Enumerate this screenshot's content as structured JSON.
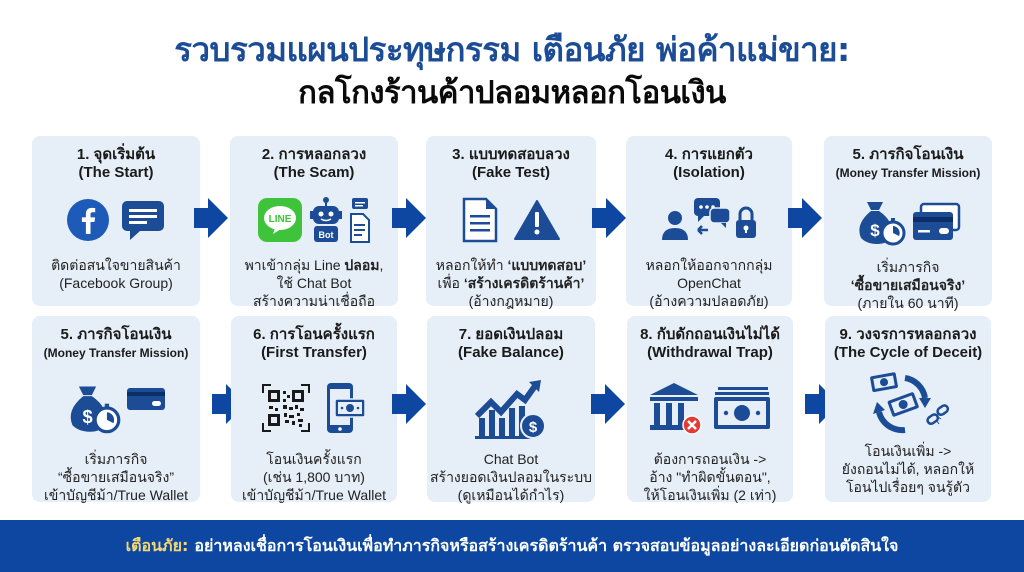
{
  "header": {
    "title_line1": "รวบรวมแผนประทุษกรรม เตือนภัย พ่อค้าแม่ขาย:",
    "title_line2": "กลโกงร้านค้าปลอมหลอกโอนเงิน"
  },
  "colors": {
    "title_blue": "#1c4c96",
    "card_bg": "#e6eef7",
    "arrow_blue": "#0d47a1",
    "footer_bg": "#0d47a1",
    "footer_warn": "#f5d76e",
    "line_green": "#3ec33b",
    "error_red": "#e53935"
  },
  "row1": [
    {
      "step": "1. จุดเริ่มต้น",
      "subtitle": "(The Start)",
      "icons": [
        "facebook-icon",
        "chat-bubble-icon"
      ],
      "desc": [
        "ติดต่อสนใจขายสินค้า",
        "(Facebook Group)"
      ]
    },
    {
      "step": "2. การหลอกลวง",
      "subtitle": "(The Scam)",
      "icons": [
        "line-app-icon",
        "robot-bot-icon",
        "document-icon"
      ],
      "desc_pre": "พาเข้ากลุ่ม Line ",
      "desc_bold": "ปลอม",
      "desc_post": ",",
      "desc": [
        "ใช้ Chat Bot",
        "สร้างความน่าเชื่อถือ"
      ],
      "icon_label": "LINE",
      "bot_label": "Bot"
    },
    {
      "step": "3. แบบทดสอบลวง",
      "subtitle": "(Fake Test)",
      "icons": [
        "document-icon",
        "warning-icon"
      ],
      "desc_pre": "หลอกให้ทำ ",
      "desc_bold": "‘แบบทดสอบ’",
      "desc2_pre": "เพื่อ ",
      "desc2_bold": "‘สร้างเครดิตร้านค้า’",
      "desc": [
        "(อ้างกฎหมาย)"
      ]
    },
    {
      "step": "4. การแยกตัว",
      "subtitle": "(Isolation)",
      "icons": [
        "user-icon",
        "chat-bubbles-icon",
        "lock-icon"
      ],
      "desc": [
        "หลอกให้ออกจากกลุ่ม",
        "OpenChat",
        "(อ้างความปลอดภัย)"
      ]
    },
    {
      "step": "5. ภารกิจโอนเงิน",
      "subtitle": "(Money Transfer Mission)",
      "icons": [
        "money-bag-icon",
        "stopwatch-icon",
        "credit-card-icon"
      ],
      "desc": [
        "เริ่มภารกิจ"
      ],
      "desc_bold": "‘ซื้อขายเสมือนจริง’",
      "desc2": "(ภายใน 60 นาที)"
    }
  ],
  "row2": [
    {
      "step": "5. ภารกิจโอนเงิน",
      "subtitle": "(Money Transfer Mission)",
      "icons": [
        "money-bag-icon",
        "stopwatch-icon",
        "credit-card-icon"
      ],
      "desc": [
        "เริ่มภารกิจ",
        "“ซื้อขายเสมือนจริง”",
        "เข้าบัญชีม้า/True Wallet"
      ]
    },
    {
      "step": "6. การโอนครั้งแรก",
      "subtitle": "(First Transfer)",
      "icons": [
        "qr-code-icon",
        "smartphone-money-icon"
      ],
      "desc": [
        "โอนเงินครั้งแรก",
        "(เช่น 1,800 บาท)",
        "เข้าบัญชีม้า/True Wallet"
      ]
    },
    {
      "step": "7. ยอดเงินปลอม",
      "subtitle": "(Fake Balance)",
      "icons": [
        "growth-chart-icon",
        "dollar-coin-icon"
      ],
      "desc": [
        "Chat Bot",
        "สร้างยอดเงินปลอมในระบบ",
        "(ดูเหมือนได้กำไร)"
      ]
    },
    {
      "step": "8. กับดักถอนเงินไม่ได้",
      "subtitle": "(Withdrawal Trap)",
      "icons": [
        "bank-icon",
        "error-x-icon",
        "banknote-icon"
      ],
      "desc": [
        "ต้องการถอนเงิน ->",
        "อ้าง \"ทำผิดขั้นตอน\",",
        "ให้โอนเงินเพิ่ม (2 เท่า)"
      ]
    },
    {
      "step": "9. วงจรการหลอกลวง",
      "subtitle": "(The Cycle of Deceit)",
      "icons": [
        "money-cycle-icon",
        "broken-chain-icon"
      ],
      "desc": [
        "โอนเงินเพิ่ม ->",
        "ยังถอนไม่ได้, หลอกให้",
        "โอนไปเรื่อยๆ จนรู้ตัว"
      ]
    }
  ],
  "footer": {
    "warning_label": "เตือนภัย:",
    "message": "อย่าหลงเชื่อการโอนเงินเพื่อทำภารกิจหรือสร้างเครดิตร้านค้า ตรวจสอบข้อมูลอย่างละเอียดก่อนตัดสินใจ"
  }
}
